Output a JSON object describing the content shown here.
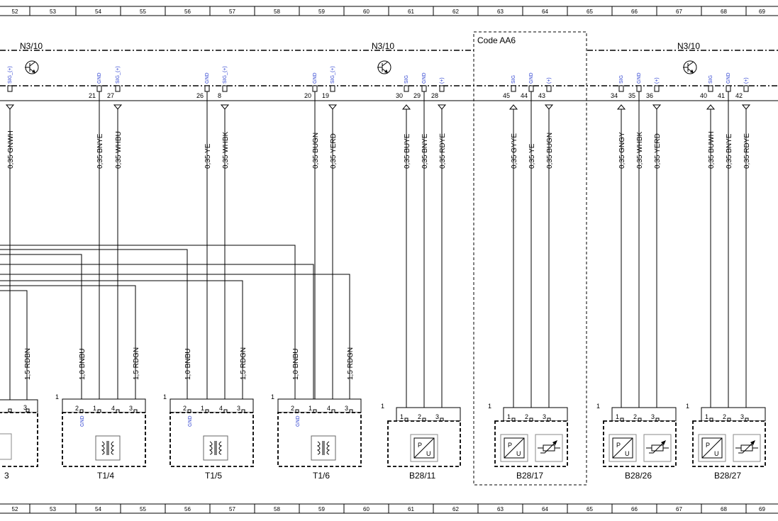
{
  "grid_columns": [
    "52",
    "53",
    "54",
    "55",
    "56",
    "57",
    "58",
    "59",
    "60",
    "61",
    "62",
    "63",
    "64",
    "65",
    "66",
    "67",
    "68",
    "69"
  ],
  "modules": [
    {
      "label": "N3/10"
    },
    {
      "label": "N3/10"
    },
    {
      "label": "N3/10"
    }
  ],
  "code_box": {
    "label": "Code AA6"
  },
  "pin_signals": {
    "sig_plus": "SIG_(+)",
    "gnd": "GND",
    "sig": "SIG",
    "plus": "(+)"
  },
  "top_pins": [
    {
      "num": "21",
      "wire": "0,35 BNYE"
    },
    {
      "num": "27",
      "wire": "0,35 WHBU"
    },
    {
      "num": "26",
      "wire": "0,35 YE"
    },
    {
      "num": "8",
      "wire": "0,35 WHBK"
    },
    {
      "num": "20",
      "wire": "0,35 BUGN"
    },
    {
      "num": "19",
      "wire": "0,35 YERD"
    },
    {
      "num": "30",
      "wire": "0,35 BUYE"
    },
    {
      "num": "29",
      "wire": "0,35 BNYE"
    },
    {
      "num": "28",
      "wire": "0,35 RDYE"
    },
    {
      "num": "45",
      "wire": "0,35 GYYE"
    },
    {
      "num": "44",
      "wire": "0,35 YE"
    },
    {
      "num": "43",
      "wire": "0,35 BUGN"
    },
    {
      "num": "34",
      "wire": "0,35 GNGY"
    },
    {
      "num": "35",
      "wire": "0,35 WHBK"
    },
    {
      "num": "36",
      "wire": "0,35 YERD"
    },
    {
      "num": "40",
      "wire": "0,35 BUWH"
    },
    {
      "num": "41",
      "wire": "0,35 BNYE"
    },
    {
      "num": "42",
      "wire": "0,35 RDYE"
    }
  ],
  "left_wire": "0,35 GNWH",
  "lower_wires": {
    "rdbn": "1,5 RDBN",
    "bnbu": "1,0 BNBU",
    "rdgn": "1,5 RDGN"
  },
  "components": [
    {
      "label": "3"
    },
    {
      "label": "T1/4"
    },
    {
      "label": "T1/5"
    },
    {
      "label": "T1/6"
    },
    {
      "label": "B28/11"
    },
    {
      "label": "B28/17"
    },
    {
      "label": "B28/26"
    },
    {
      "label": "B28/27"
    }
  ],
  "conn_num": "1",
  "conn_pins": {
    "p1": "1",
    "p2": "2",
    "p3": "3",
    "p4": "4"
  },
  "gnd_text": "GND",
  "pu_text": {
    "p": "P",
    "u": "U"
  }
}
